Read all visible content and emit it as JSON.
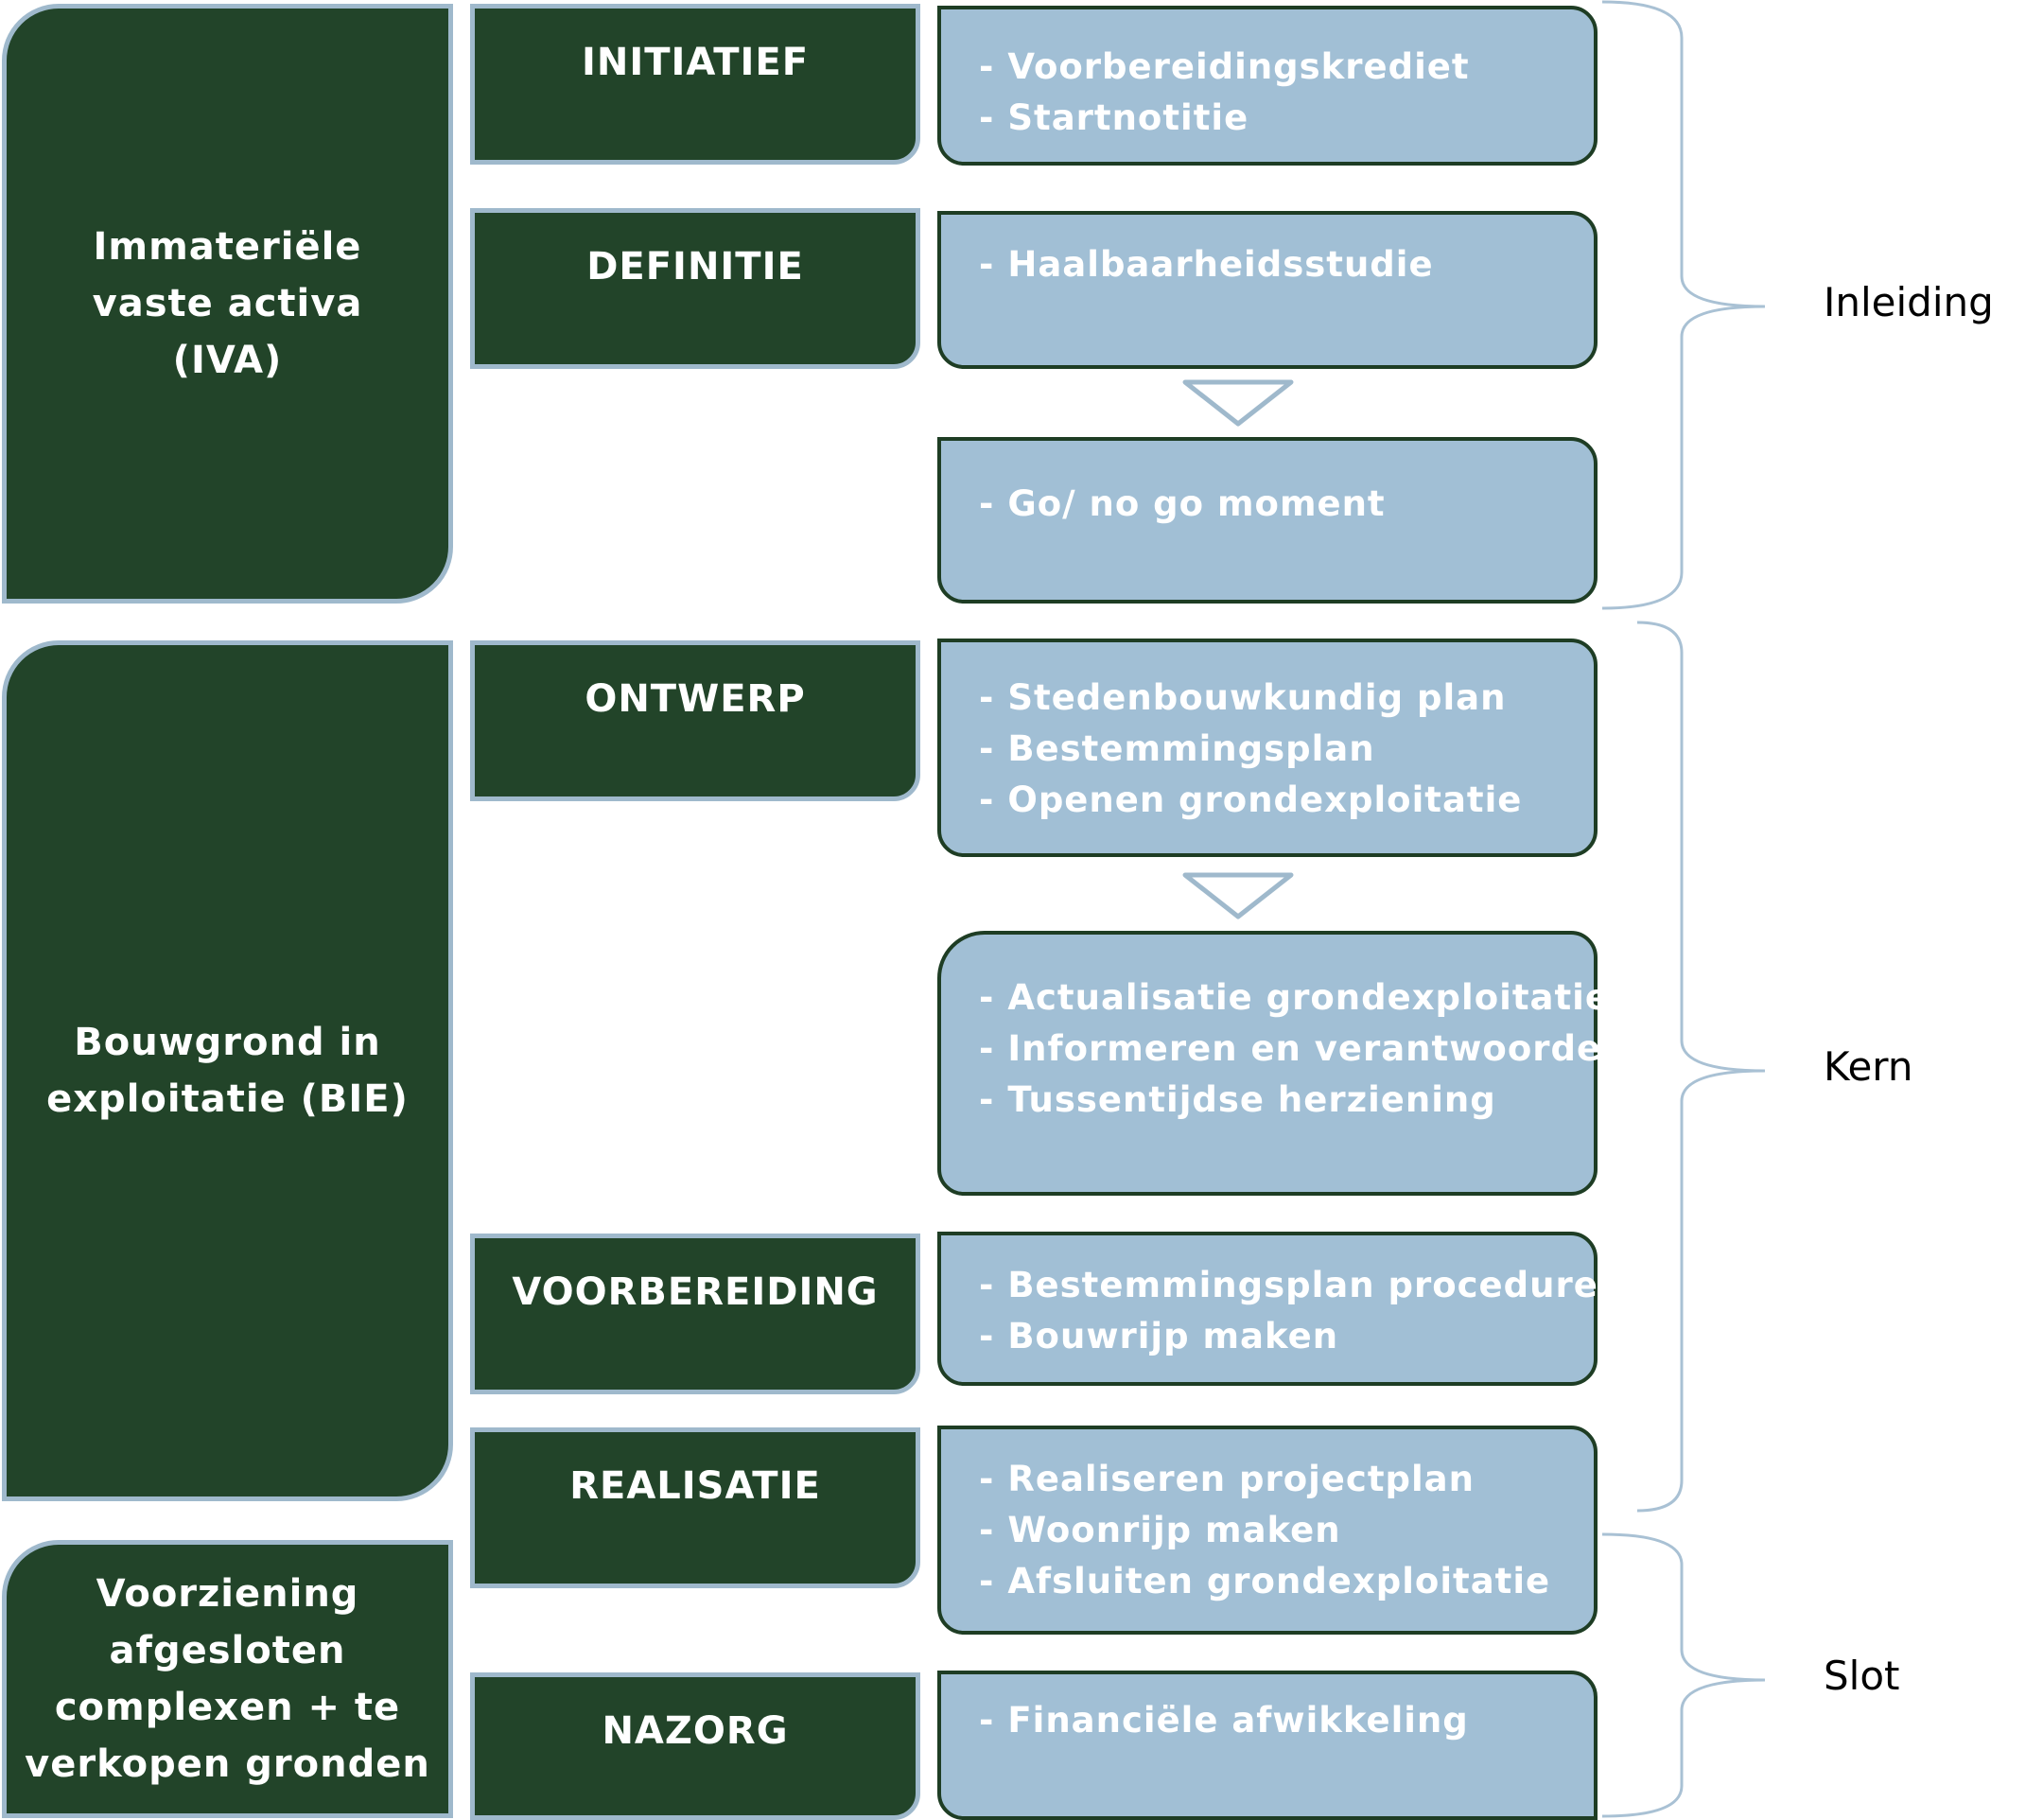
{
  "categories": [
    {
      "id": "iva",
      "text": "Immateriële\nvaste activa\n(IVA)"
    },
    {
      "id": "bie",
      "text": "Bouwgrond in\nexploitatie (BIE)"
    },
    {
      "id": "voorziening",
      "text": "Voorziening\nafgesloten\ncomplexen + te\nverkopen gronden"
    }
  ],
  "phases": [
    "INITIATIEF",
    "DEFINITIE",
    "ONTWERP",
    "VOORBEREIDING",
    "REALISATIE",
    "NAZORG"
  ],
  "activities": [
    {
      "items": [
        "Voorbereidingskrediet",
        "Startnotitie"
      ]
    },
    {
      "items": [
        "Haalbaarheidsstudie"
      ]
    },
    {
      "items": [
        "Go/ no go moment"
      ]
    },
    {
      "items": [
        "Stedenbouwkundig plan",
        "Bestemmingsplan",
        "Openen grondexploitatie"
      ]
    },
    {
      "items": [
        "Actualisatie grondexploitatie",
        "Informeren en verantwoorden",
        "Tussentijdse herziening"
      ]
    },
    {
      "items": [
        "Bestemmingsplan procedure",
        "Bouwrijp maken"
      ]
    },
    {
      "items": [
        "Realiseren projectplan",
        "Woonrijp maken",
        "Afsluiten grondexploitatie"
      ]
    },
    {
      "items": [
        "Financiële afwikkeling"
      ]
    }
  ],
  "bullet": "-",
  "braces": [
    "Inleiding",
    "Kern",
    "Slot"
  ],
  "colors": {
    "dark_green": "#224429",
    "light_blue": "#a1bfd5",
    "outline_blue": "#9fb9cc",
    "text_white": "#ffffff"
  }
}
